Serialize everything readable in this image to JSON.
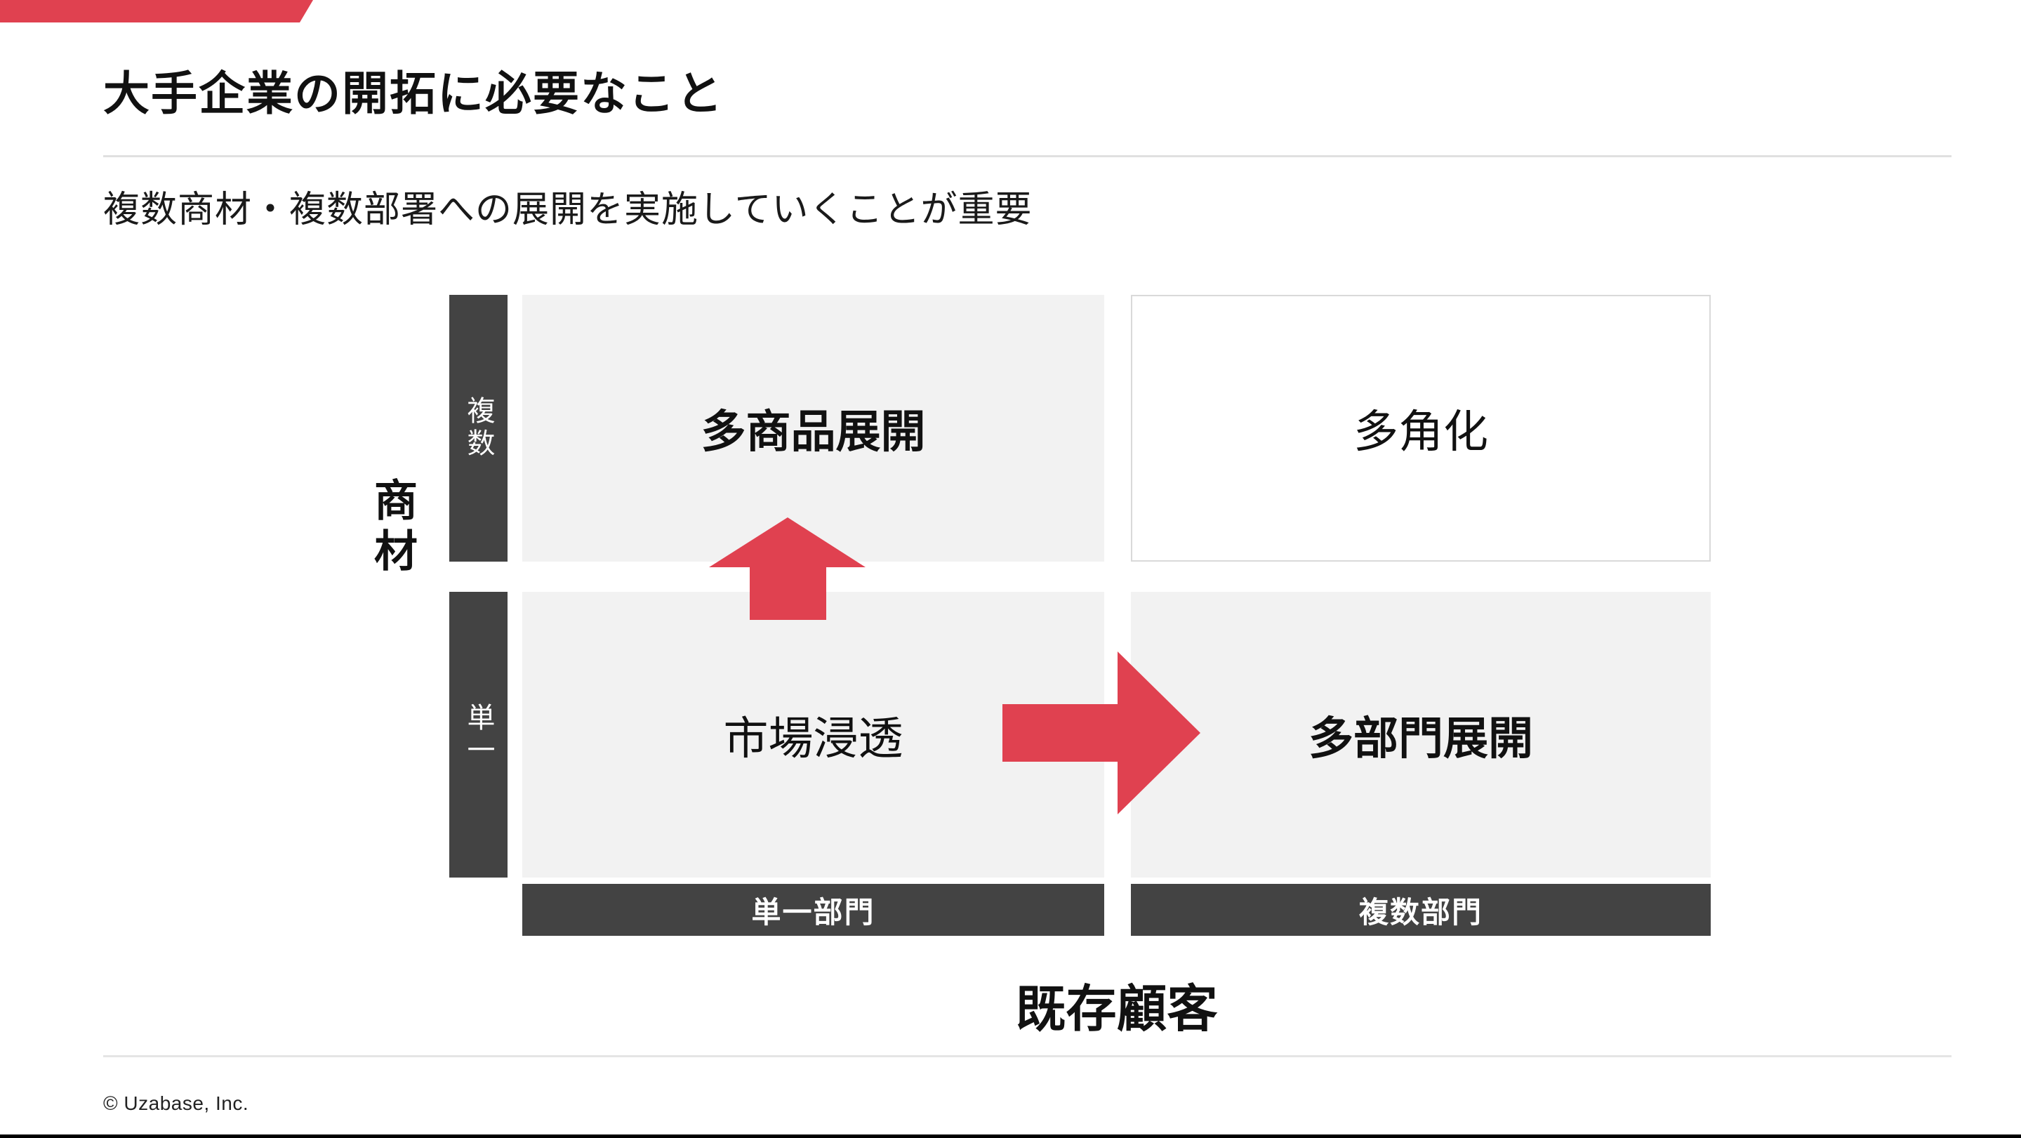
{
  "slide": {
    "title": "大手企業の開拓に必要なこと",
    "subtitle": "複数商材・複数部署への展開を実施していくことが重要",
    "footer": "© Uzabase, Inc."
  },
  "matrix": {
    "y_axis": {
      "label": "商材",
      "top": "複数",
      "bottom": "単一"
    },
    "x_axis": {
      "label": "既存顧客",
      "left": "単一部門",
      "right": "複数部門"
    },
    "quadrants": {
      "top_left": "多商品展開",
      "top_right": "多角化",
      "bottom_left": "市場浸透",
      "bottom_right": "多部門展開"
    },
    "arrows": {
      "up": "up-arrow",
      "right": "right-arrow"
    }
  },
  "colors": {
    "accent": "#E04150",
    "axis-dark": "#434343",
    "cell-gray": "#F2F2F2"
  }
}
